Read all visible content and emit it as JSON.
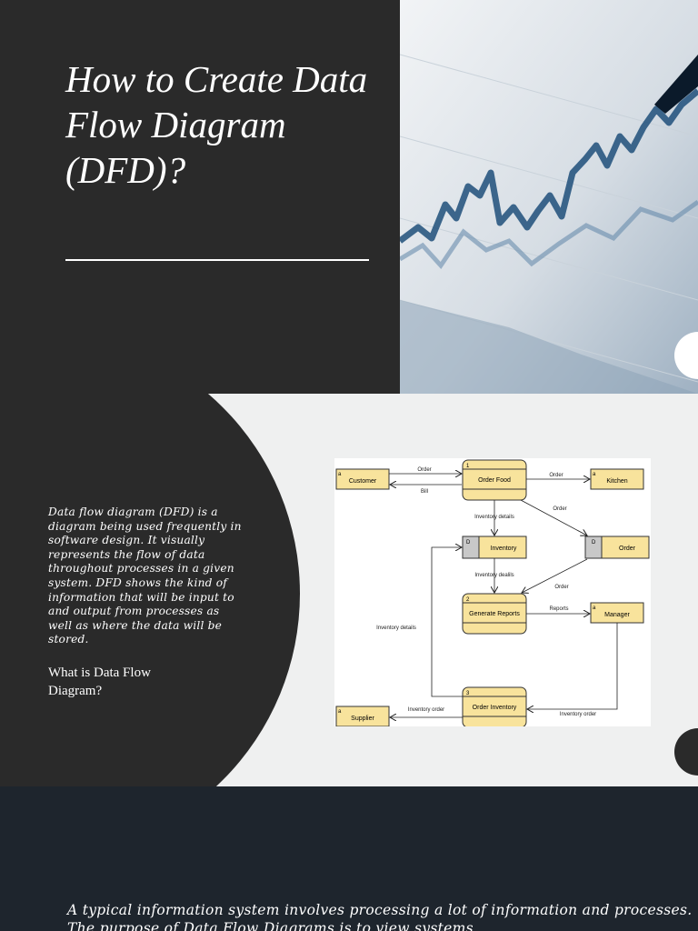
{
  "slide1": {
    "title": "How to Create Data Flow Diagram (DFD)?"
  },
  "slide2": {
    "body": "Data flow diagram (DFD) is a diagram being used frequently in software design. It visually represents the flow of data throughout processes in a given system. DFD shows the kind of information that will be input to and output from processes as well as where the data will be stored.",
    "subheading": "What is Data Flow Diagram?",
    "diagram": {
      "entities": {
        "customer": "Customer",
        "kitchen": "Kitchen",
        "manager": "Manager",
        "supplier": "Supplier",
        "marker": "a"
      },
      "processes": {
        "p1_num": "1",
        "p1": "Order Food",
        "p2_num": "2",
        "p2": "Generate Reports",
        "p3_num": "3",
        "p3": "Order Inventory"
      },
      "stores": {
        "marker": "D",
        "inventory": "Inventory",
        "order": "Order"
      },
      "flows": {
        "order_in": "Order",
        "bill": "Bill",
        "order_kitchen": "Order",
        "order_store": "Order",
        "inventory_details_1": "Inventory details",
        "inventory_dealils": "Inventory dealils",
        "order_report": "Order",
        "reports": "Reports",
        "inventory_details_2": "Inventory details",
        "inventory_order_mgr": "Inventory order",
        "inventory_order_sup": "Inventory order"
      }
    }
  },
  "slide3": {
    "paragraph": "A typical information system involves processing a lot of information and processes. The purpose of Data Flow Diagrams is to view systems"
  },
  "colors": {
    "dark": "#2a2a2a",
    "navy": "#1e252d",
    "light": "#eff0f0",
    "dfd_fill": "#f8e39c"
  }
}
